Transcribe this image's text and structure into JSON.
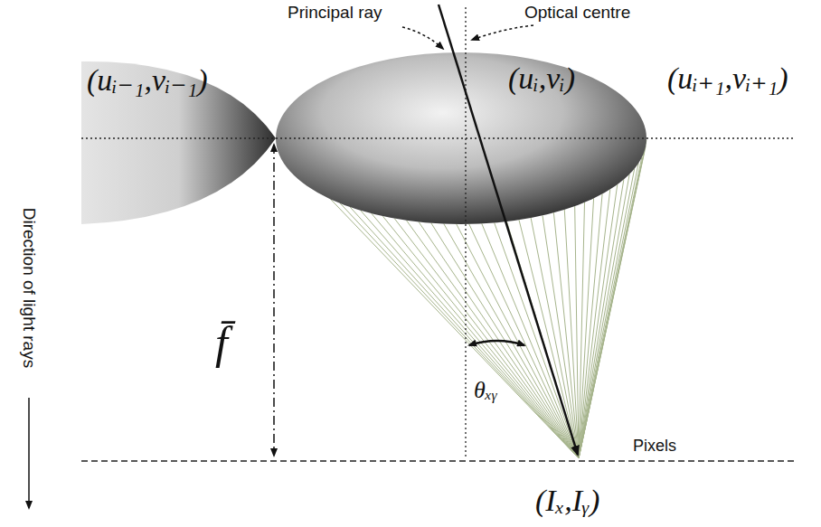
{
  "diagram": {
    "labels": [
      "Principal ray",
      "Optical centre",
      "(uᵢ₋₁,vᵢ₋₁)",
      "(uᵢ,vᵢ)",
      "(uᵢ₊₁,vᵢ₊₁)",
      "Direction of light rays",
      "f̄",
      "θₓᵧ",
      "Pixels",
      "(Iₓ,Iᵧ)"
    ]
  }
}
